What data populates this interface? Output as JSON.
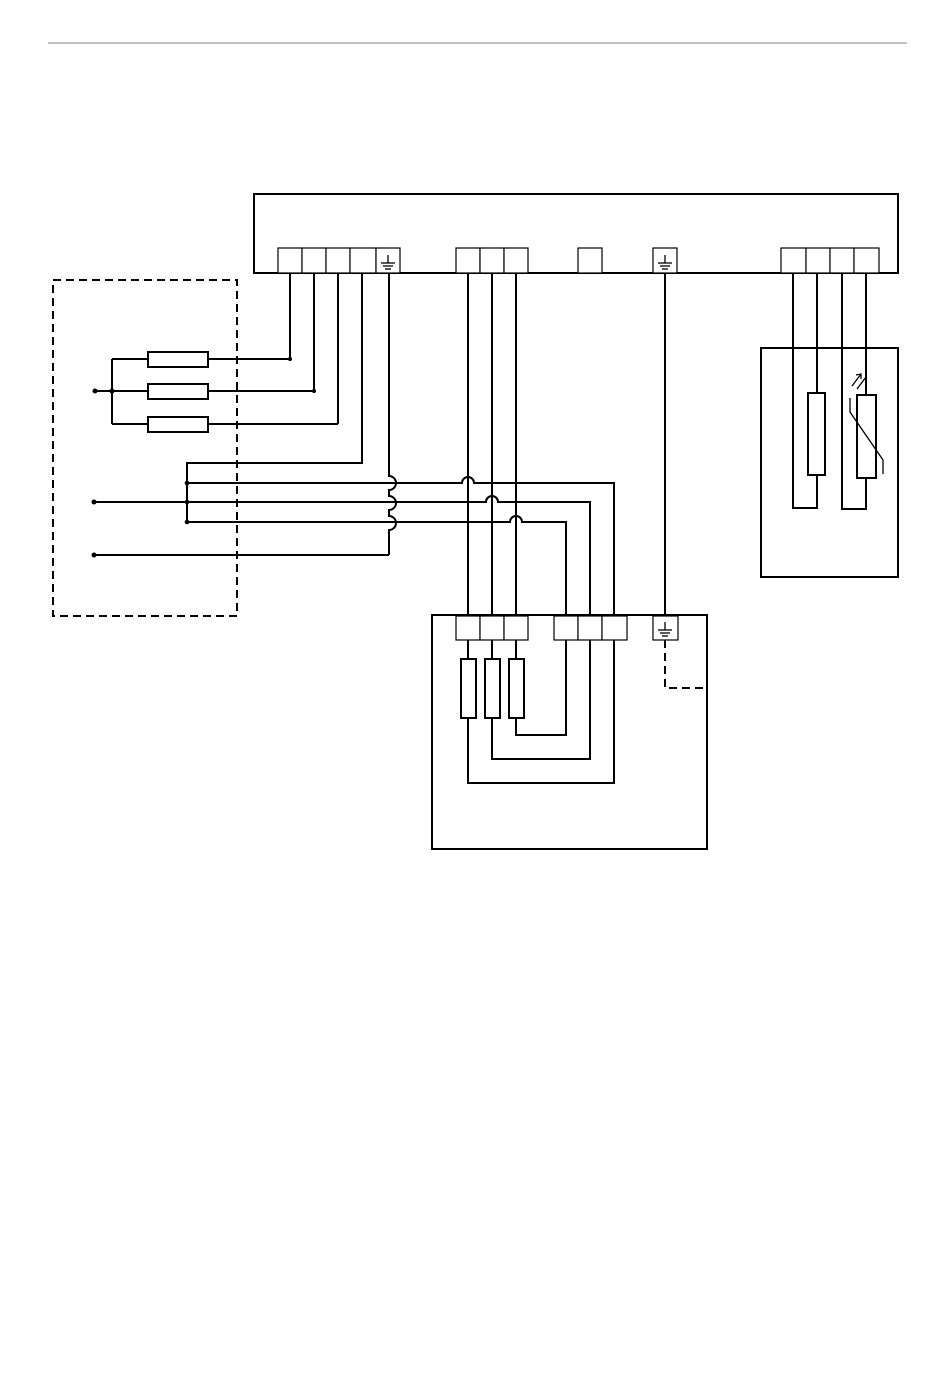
{
  "page": {
    "background": "#ffffff",
    "rule_color": "#c2c2c2",
    "line_color": "#000000"
  },
  "diagram": {
    "type": "wiring-schematic",
    "main_terminal_block": {
      "groups": [
        {
          "terminals": 5,
          "last_is_ground": true
        },
        {
          "terminals": 3
        },
        {
          "terminals": 1
        },
        {
          "terminals": 1,
          "ground": true
        },
        {
          "terminals": 4
        }
      ]
    },
    "supply_box": {
      "style": "dashed",
      "fuses": 3,
      "inputs": 3
    },
    "load_box": {
      "terminals": 7,
      "heater_elements": 3,
      "ground_terminal": true
    },
    "sensor_box": {
      "elements": 2,
      "light_sensitive_element": true
    },
    "icons": [
      "ground-icon",
      "fuse-icon",
      "resistor-icon",
      "light-arrow-icon"
    ]
  }
}
